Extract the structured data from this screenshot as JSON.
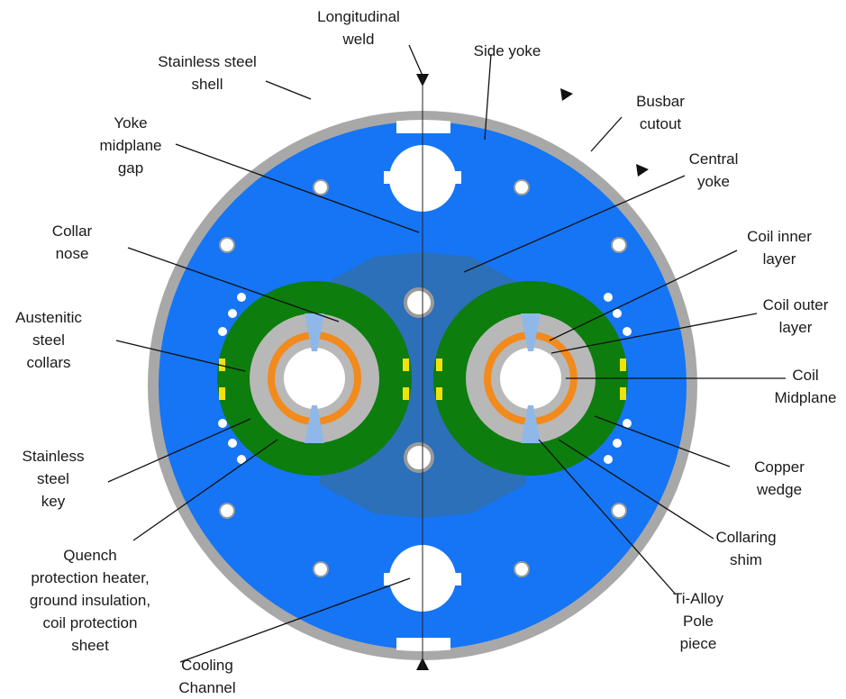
{
  "colors": {
    "yoke": "#1575f5",
    "central_yoke": "#2b70b8",
    "shell": "#a8a8a8",
    "collar": "#0d7d0d",
    "coil_inner": "#f28a1c",
    "coil_outer": "#b8b8b8",
    "pole": "#8fb8e8",
    "yellow_insert": "#f2e20a",
    "leader": "#111111"
  },
  "labels": {
    "longitudinal_weld": [
      "Longitudinal",
      "weld"
    ],
    "stainless_shell": [
      "Stainless steel",
      "shell"
    ],
    "side_yoke": [
      "Side yoke"
    ],
    "busbar_cutout": [
      "Busbar",
      "cutout"
    ],
    "yoke_midplane_gap": [
      "Yoke",
      "midplane",
      "gap"
    ],
    "central_yoke": [
      "Central",
      "yoke"
    ],
    "collar_nose": [
      "Collar",
      "nose"
    ],
    "coil_inner_layer": [
      "Coil inner",
      "layer"
    ],
    "austenitic_collars": [
      "Austenitic",
      "steel",
      "collars"
    ],
    "coil_outer_layer": [
      "Coil outer",
      "layer"
    ],
    "coil_midplane": [
      "Coil",
      "Midplane"
    ],
    "stainless_key": [
      "Stainless",
      "steel",
      "key"
    ],
    "copper_wedge": [
      "Copper",
      "wedge"
    ],
    "quench_heater": [
      "Quench",
      "protection heater,",
      "ground insulation,",
      "coil protection",
      "sheet"
    ],
    "collaring_shim": [
      "Collaring",
      "shim"
    ],
    "ti_alloy_pole": [
      "Ti-Alloy",
      "Pole",
      "piece"
    ],
    "cooling_channel": [
      "Cooling",
      "Channel"
    ]
  }
}
